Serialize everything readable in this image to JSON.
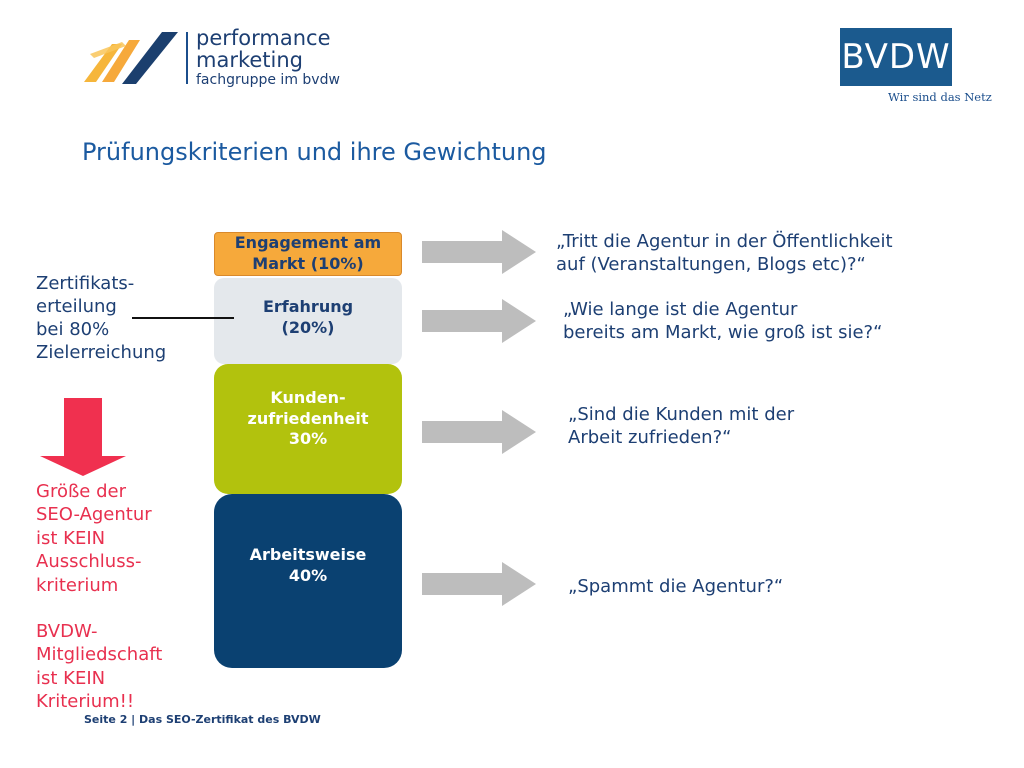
{
  "logo": {
    "line1": "performance",
    "line2": "marketing",
    "line3": "fachgruppe im bvdw"
  },
  "bvdw": {
    "name": "BVDW",
    "tagline": "Wir sind das Netz"
  },
  "title": "Prüfungskriterien und ihre Gewichtung",
  "criteria": [
    {
      "label_1": "Engagement am",
      "label_2": "Markt (10%)",
      "question_1": "„Tritt die Agentur in der Öffentlichkeit",
      "question_2": "auf (Veranstaltungen, Blogs etc)?“"
    },
    {
      "label_1": "Erfahrung",
      "label_2": "(20%)",
      "question_1": "„Wie lange ist die Agentur",
      "question_2": "bereits am Markt, wie groß ist sie?“"
    },
    {
      "label_1": "Kunden-",
      "label_2": "zufriedenheit",
      "label_3": "30%",
      "question_1": "„Sind die Kunden mit der",
      "question_2": "Arbeit zufrieden?“"
    },
    {
      "label_1": "Arbeitsweise",
      "label_2": "40%",
      "question_1": "„Spammt die Agentur?“"
    }
  ],
  "certificate_note": [
    "Zertifikats-",
    "erteilung",
    "bei 80%",
    "Zielerreichung"
  ],
  "size_note": [
    "Größe der",
    "SEO-Agentur",
    "ist KEIN",
    "Ausschluss-",
    "kriterium"
  ],
  "member_note": [
    "BVDW-",
    "Mitgliedschaft",
    "ist KEIN",
    "Kriterium!!"
  ],
  "footer": "Seite 2 | Das SEO-Zertifikat des BVDW",
  "colors": {
    "engagement": "#f6a93b",
    "erfahrung": "#e4e8ec",
    "kunden": "#b2c20d",
    "arbeitsweise": "#0a4171",
    "accent_red": "#e8304f",
    "text_blue": "#1d3f73"
  }
}
